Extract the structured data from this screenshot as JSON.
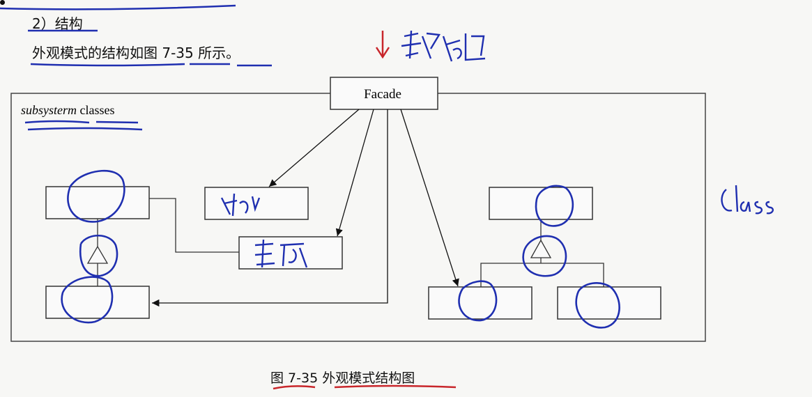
{
  "section": {
    "heading": "2）结构",
    "intro": "外观模式的结构如图 7-35 所示。"
  },
  "diagram": {
    "facade_label": "Facade",
    "subsystem_italic": "subsysterm",
    "subsystem_rest": " classes"
  },
  "caption": "图 7-35   外观模式结构图",
  "annotations": {
    "ink_blue": "#1f2fb0",
    "ink_red": "#c8262b"
  }
}
